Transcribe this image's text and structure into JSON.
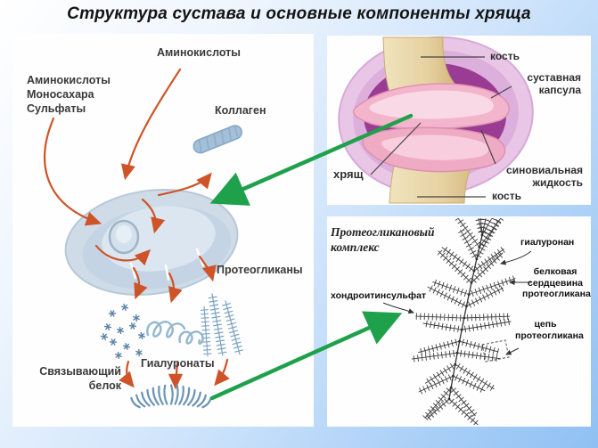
{
  "title": "Структура сустава и основные компоненты хряща",
  "colors": {
    "green_arrow": "#1fa14c",
    "orange_arrow": "#cf5328",
    "cell_fill": "#cfdce8",
    "capsule": "#e9c6e6",
    "synovial": "#9a3b94",
    "cartilage_top": "#f3b5cc",
    "cartilage_bottom": "#f0abc4",
    "bone_edge": "#c9ac74",
    "fan_stroke": "#6e94b5",
    "fern_stroke": "#3c3c3c",
    "pointer": "#444444",
    "asterisk": "#5b82a8",
    "feather_blue": "#7ba2c2",
    "squiggle": "#93b7ce"
  },
  "cell_panel": {
    "amino_top": "Аминокислоты",
    "amino_left": [
      "Аминокислоты",
      "Моносахара",
      "Сульфаты"
    ],
    "collagen": "Коллаген",
    "proteoglycans": "Протеогликаны",
    "binding_protein": [
      "Связывающий",
      "белок"
    ],
    "hyaluronates": "Гиалуронаты"
  },
  "joint_panel": {
    "bone_top": "кость",
    "capsule": [
      "суставная",
      "капсула"
    ],
    "cartilage": "хрящ",
    "synovial": [
      "синовиальная",
      "жидкость"
    ],
    "bone_bottom": "кость"
  },
  "proteoglycan_panel": {
    "title": [
      "Протеогликановый",
      "комплекс"
    ],
    "hyaluronan": "гиалуронан",
    "protein_core": [
      "белковая",
      "сердцевина",
      "протеогликана"
    ],
    "chondroitin": "хондроитинсульфат",
    "chain": [
      "цепь",
      "протеогликана"
    ]
  }
}
